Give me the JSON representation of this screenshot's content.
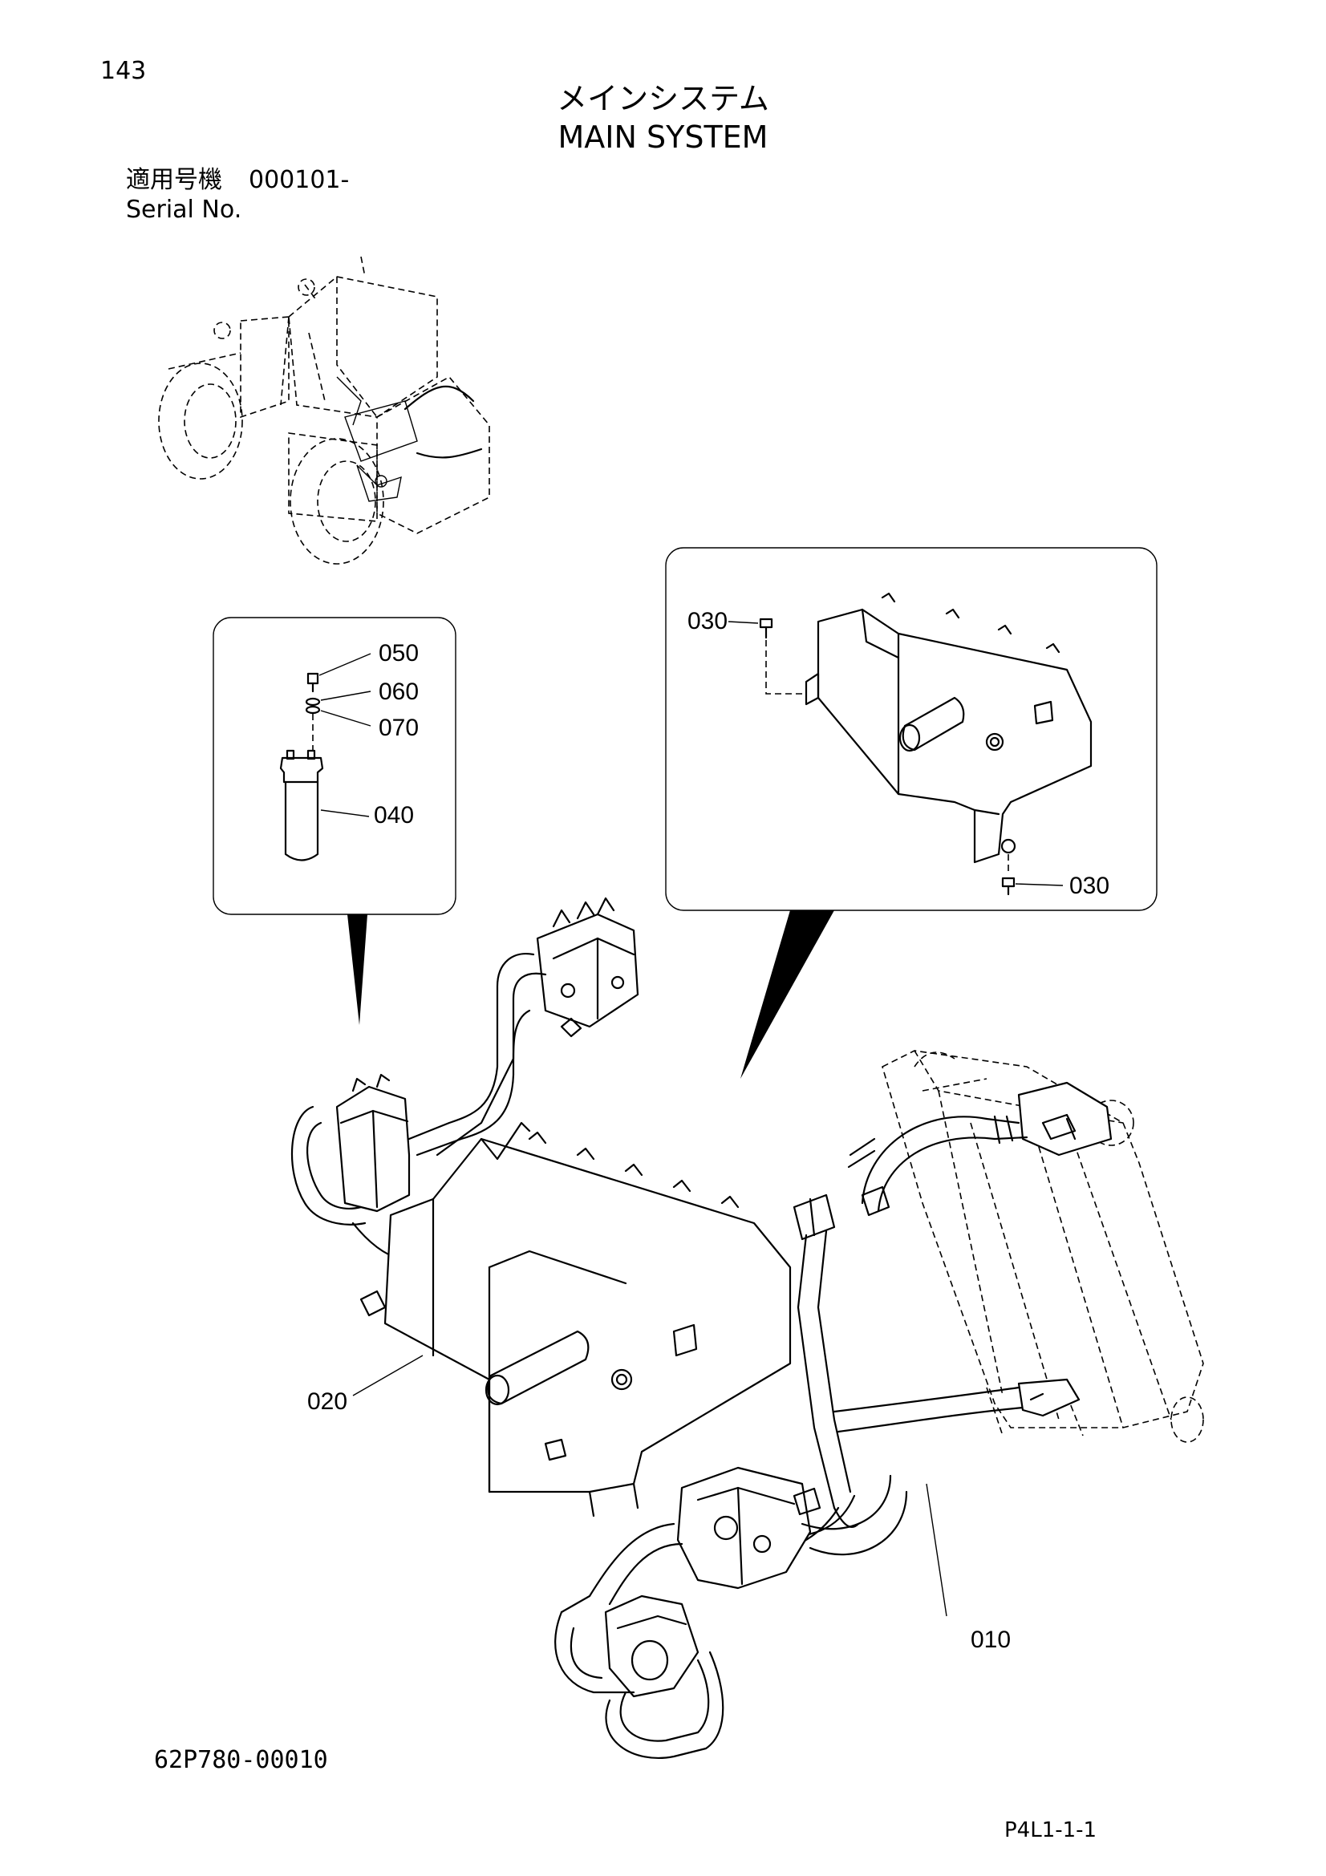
{
  "header": {
    "page_number": "143",
    "title_jp": "メインシステム",
    "title_en": "MAIN SYSTEM",
    "serial_label_jp": "適用号機",
    "serial_value": "000101-",
    "serial_label_en": "Serial No."
  },
  "callouts": [
    {
      "id": "010",
      "text": "010"
    },
    {
      "id": "020",
      "text": "020"
    },
    {
      "id": "030a",
      "text": "030"
    },
    {
      "id": "030b",
      "text": "030"
    },
    {
      "id": "040",
      "text": "040"
    },
    {
      "id": "050",
      "text": "050"
    },
    {
      "id": "060",
      "text": "060"
    },
    {
      "id": "070",
      "text": "070"
    }
  ],
  "footer": {
    "drawing_number": "62P780-00010",
    "page_code": "P4L1-1-1"
  }
}
